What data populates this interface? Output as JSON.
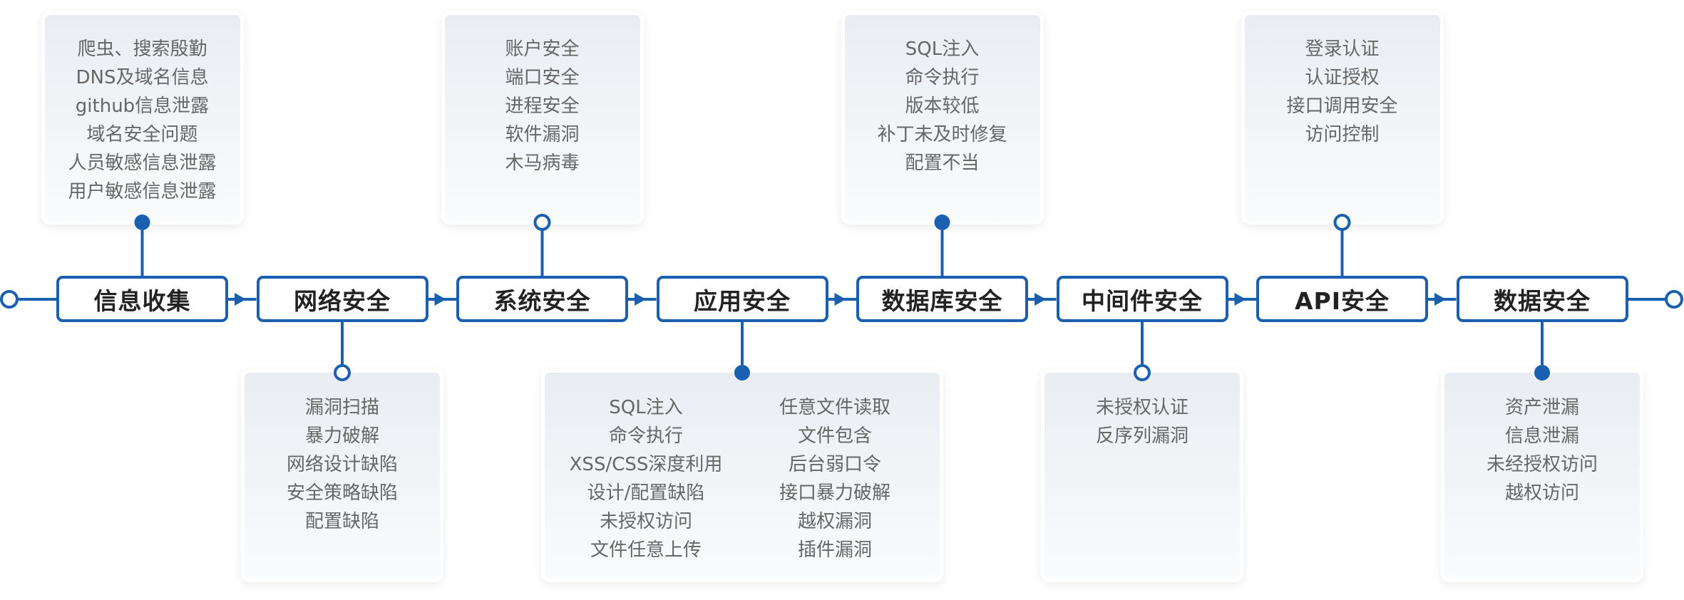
{
  "colors": {
    "accent": "#1a5fb0",
    "card_text": "#666666",
    "stage_text": "#222222"
  },
  "stages": [
    {
      "label": "信息收集",
      "detail_position": "top",
      "marker": "filled",
      "columns": [
        [
          "爬虫、搜索殷勤",
          "DNS及域名信息",
          "github信息泄露",
          "域名安全问题",
          "人员敏感信息泄露",
          "用户敏感信息泄露"
        ]
      ]
    },
    {
      "label": "网络安全",
      "detail_position": "bottom",
      "marker": "hollow",
      "columns": [
        [
          "漏洞扫描",
          "暴力破解",
          "网络设计缺陷",
          "安全策略缺陷",
          "配置缺陷"
        ]
      ]
    },
    {
      "label": "系统安全",
      "detail_position": "top",
      "marker": "hollow",
      "columns": [
        [
          "账户安全",
          "端口安全",
          "进程安全",
          "软件漏洞",
          "木马病毒"
        ]
      ]
    },
    {
      "label": "应用安全",
      "detail_position": "bottom",
      "marker": "filled",
      "columns": [
        [
          "SQL注入",
          "命令执行",
          "XSS/CSS深度利用",
          "设计/配置缺陷",
          "未授权访问",
          "文件任意上传"
        ],
        [
          "任意文件读取",
          "文件包含",
          "后台弱口令",
          "接口暴力破解",
          "越权漏洞",
          "插件漏洞"
        ]
      ]
    },
    {
      "label": "数据库安全",
      "detail_position": "top",
      "marker": "filled",
      "columns": [
        [
          "SQL注入",
          "命令执行",
          "版本较低",
          "补丁未及时修复",
          "配置不当"
        ]
      ]
    },
    {
      "label": "中间件安全",
      "detail_position": "bottom",
      "marker": "hollow",
      "columns": [
        [
          "未授权认证",
          "反序列漏洞"
        ]
      ]
    },
    {
      "label": "API安全",
      "detail_position": "top",
      "marker": "hollow",
      "columns": [
        [
          "登录认证",
          "认证授权",
          "接口调用安全",
          "访问控制"
        ]
      ]
    },
    {
      "label": "数据安全",
      "detail_position": "bottom",
      "marker": "filled",
      "columns": [
        [
          "资产泄漏",
          "信息泄漏",
          "未经授权访问",
          "越权访问"
        ]
      ]
    }
  ]
}
